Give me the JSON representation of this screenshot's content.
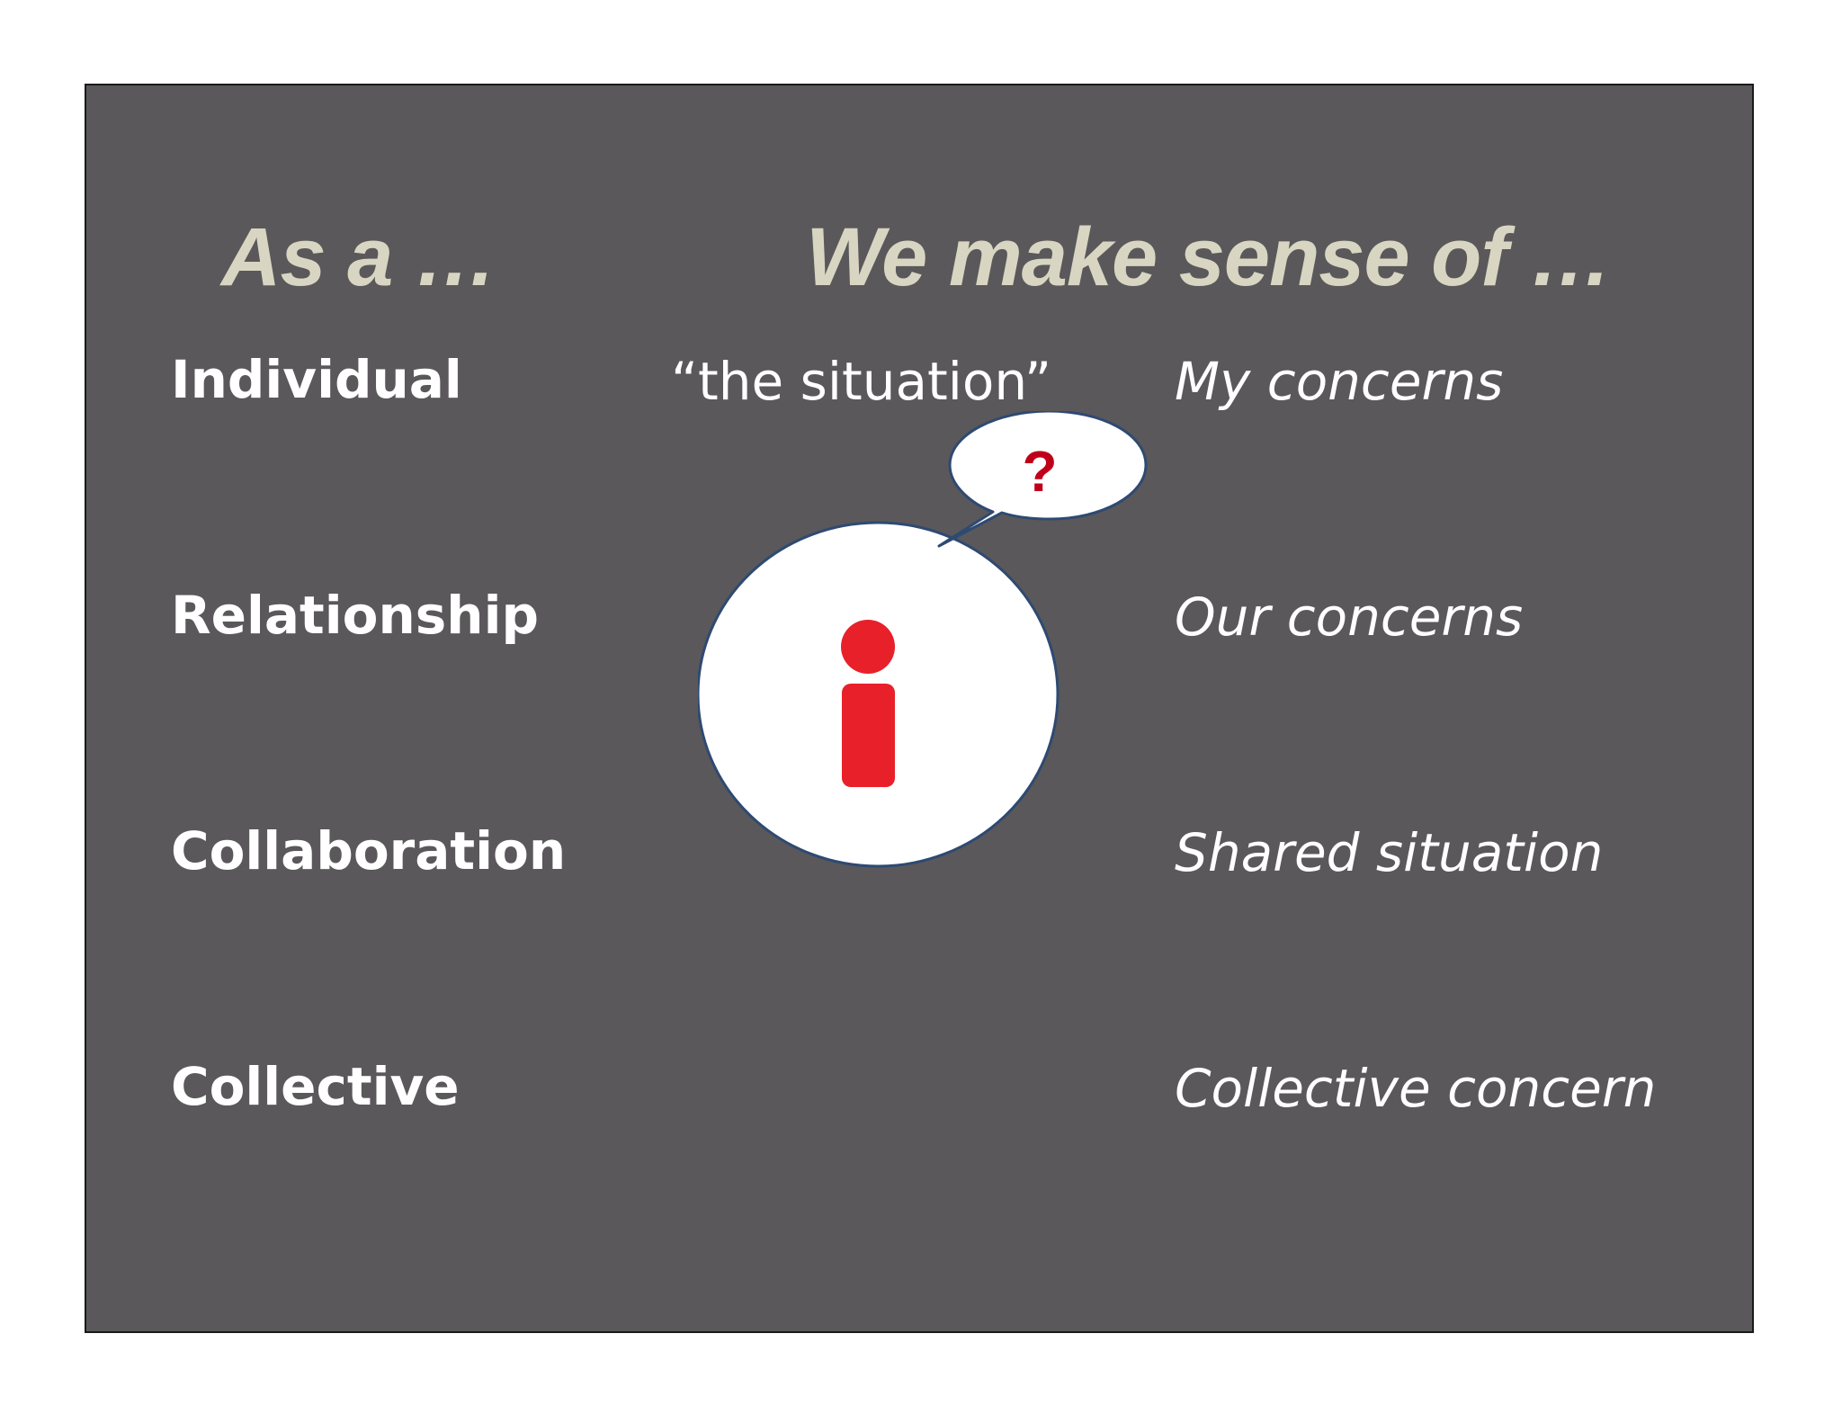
{
  "headings": {
    "left": "As a …",
    "right": "We make sense of …"
  },
  "rows": [
    {
      "label": "Individual",
      "concern": "My concerns"
    },
    {
      "label": "Relationship",
      "concern": "Our concerns"
    },
    {
      "label": "Collaboration",
      "concern": "Shared situation"
    },
    {
      "label": "Collective",
      "concern": "Collective concern"
    }
  ],
  "situation_label": "“the situation”",
  "graphic": {
    "icon": "info-person-icon",
    "bubble_text": "?",
    "colors": {
      "background": "#5a585a",
      "heading": "#d8d6c2",
      "icon_red": "#e8202a",
      "question_red": "#c0001a",
      "outline": "#2e4a72"
    }
  }
}
